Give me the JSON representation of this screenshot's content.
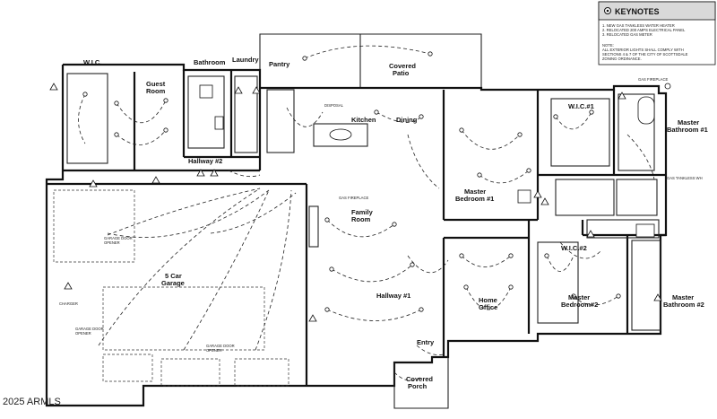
{
  "keynotes": {
    "title": "KEYNOTES",
    "items": [
      "1.   NEW GAS TANKLESS WATER HEATER",
      "2.   RELOCATED 200 AMPS ELECTRICAL PANEL",
      "3.   RELOCATED GAS METER"
    ],
    "note_heading": "NOTE:",
    "note_lines": [
      "ALL EXTERIOR LIGHTS SHALL COMPLY WITH",
      "SECTIONS 4 & 7 OF THE CITY OF SCOTTSDALE",
      "ZONING ORDINANCE."
    ]
  },
  "rooms": {
    "wic_left": "W.I.C.",
    "guest_room": [
      "Guest",
      "Room"
    ],
    "bathroom": "Bathroom",
    "laundry": "Laundry",
    "pantry": "Pantry",
    "covered_patio": [
      "Covered",
      "Patio"
    ],
    "kitchen": "Kitchen",
    "dining": "Dining",
    "wic_1": "W.I.C.#1",
    "master_bathroom_1": [
      "Master",
      "Bathroom #1"
    ],
    "hallway_2": "Hallway #2",
    "master_bedroom_1": [
      "Master",
      "Bedroom #1"
    ],
    "family_room": [
      "Family",
      "Room"
    ],
    "five_car_garage": [
      "5 Car",
      "Garage"
    ],
    "wic_2": "W.I.C.#2",
    "master_bedroom_2": [
      "Master",
      "Bedroom#2"
    ],
    "master_bathroom_2": [
      "Master",
      "Bathroom #2"
    ],
    "home_office": [
      "Home",
      "Office"
    ],
    "hallway_1": "Hallway #1",
    "entry": "Entry",
    "covered_porch": [
      "Covered",
      "Porch"
    ]
  },
  "annotations": {
    "gas_fireplace_top": "GAS FIREPLACE",
    "gas_fireplace_family": "GAS FIREPLACE",
    "gas_tankless_wh": "GAS TANKLESS WH",
    "garage_door_opener_1": [
      "GARAGE DOOR",
      "OPENER"
    ],
    "garage_door_opener_2": [
      "GARAGE DOOR",
      "OPENER"
    ],
    "garage_door_opener_3": [
      "GARAGE DOOR",
      "OPENER"
    ],
    "disposal": "DISPOSAL",
    "charger": "CHARGER"
  },
  "watermark": "2025 ARMLS"
}
